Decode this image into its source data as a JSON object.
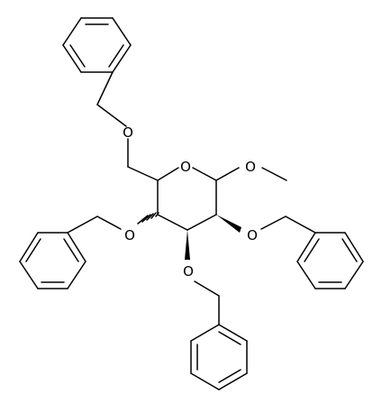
{
  "molecule": {
    "atoms": [
      {
        "id": "O6",
        "label": "O"
      },
      {
        "id": "O_ring",
        "label": "O"
      },
      {
        "id": "O1",
        "label": "O"
      },
      {
        "id": "O4",
        "label": "O"
      },
      {
        "id": "O2",
        "label": "O"
      },
      {
        "id": "O3",
        "label": "O"
      }
    ]
  }
}
